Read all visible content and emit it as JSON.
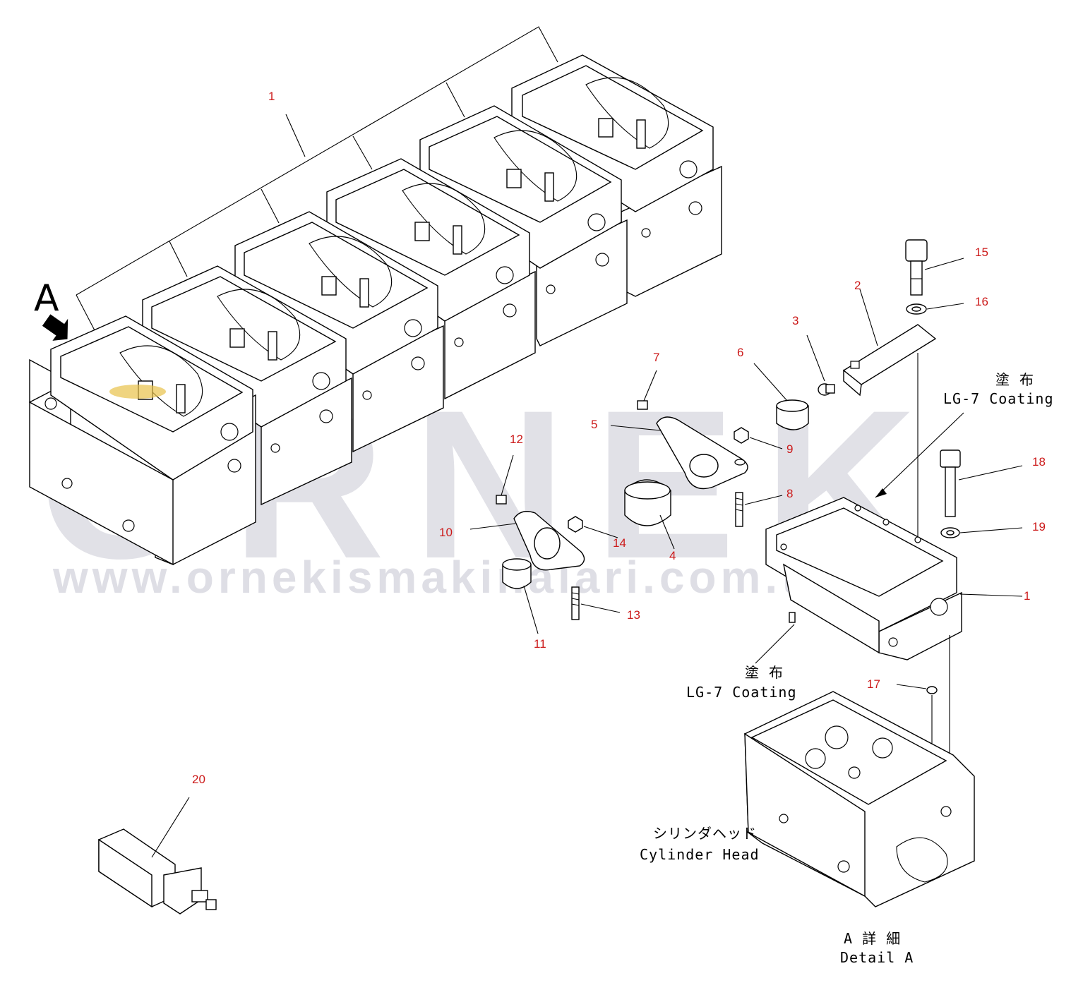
{
  "view_marker": {
    "letter": "A"
  },
  "watermark": {
    "brand": "ORNEK",
    "url": "www.ornekismakinalari.com.tr"
  },
  "callouts": {
    "p1_top": "1",
    "p1_side": "1",
    "p2": "2",
    "p3": "3",
    "p4": "4",
    "p5": "5",
    "p6": "6",
    "p7": "7",
    "p8": "8",
    "p9": "9",
    "p10": "10",
    "p11": "11",
    "p12": "12",
    "p13": "13",
    "p14": "14",
    "p15": "15",
    "p16": "16",
    "p17": "17",
    "p18": "18",
    "p19": "19",
    "p20": "20"
  },
  "notes": {
    "coating_upper_jp": "塗 布",
    "coating_upper_en": "LG-7 Coating",
    "coating_lower_jp": "塗 布",
    "coating_lower_en": "LG-7 Coating",
    "cylinder_head_jp": "シリンダヘッド",
    "cylinder_head_en": "Cylinder Head",
    "detail_jp": "A 詳 細",
    "detail_en": "Detail A"
  }
}
